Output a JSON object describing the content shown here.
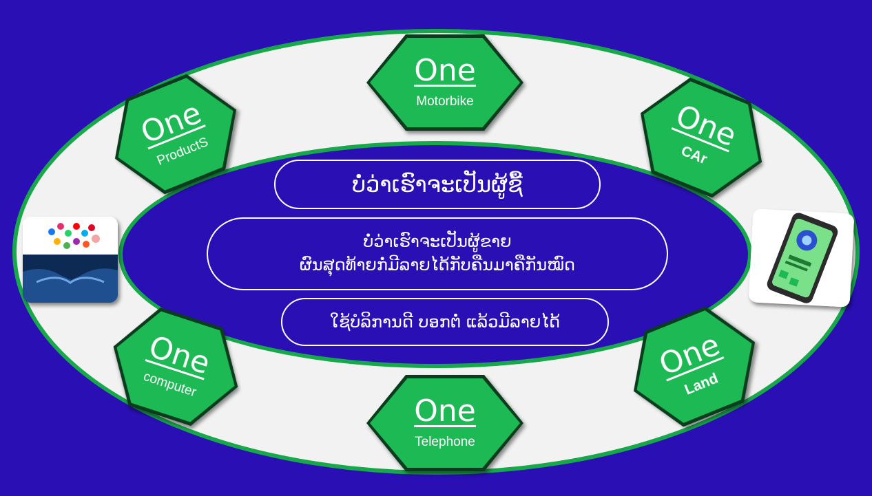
{
  "center": {
    "line_buyer": "ບໍ່ວ່າເຮົາຈະເປັນຜູ້ຊື້",
    "line_seller_1": "ບໍ່ວ່າເຮົາຈະເປັນຜູ້ຂາຍ",
    "line_seller_2": "ຜົນສຸດທ້າຍກໍ່ມີລາຍໄດ້ກັບຄືນມາຄືກັນໝົດ",
    "line_service": "ໃຊ້ບໍລິການດີ ບອກຕໍ່ ແລ້ວມີລາຍໄດ້"
  },
  "hexagons": {
    "one_label": "One",
    "motorbike": "Motorbike",
    "products": "ProductS",
    "car": "CAr",
    "computer": "computer",
    "telephone": "Telephone",
    "land": "Land"
  },
  "colors": {
    "background": "#2a0fb5",
    "ring": "#f2f2f2",
    "accent_green": "#1db954",
    "border_green": "#17a84a"
  },
  "images": {
    "left": "handshake-social-icons-image",
    "right": "phone-app-image"
  }
}
